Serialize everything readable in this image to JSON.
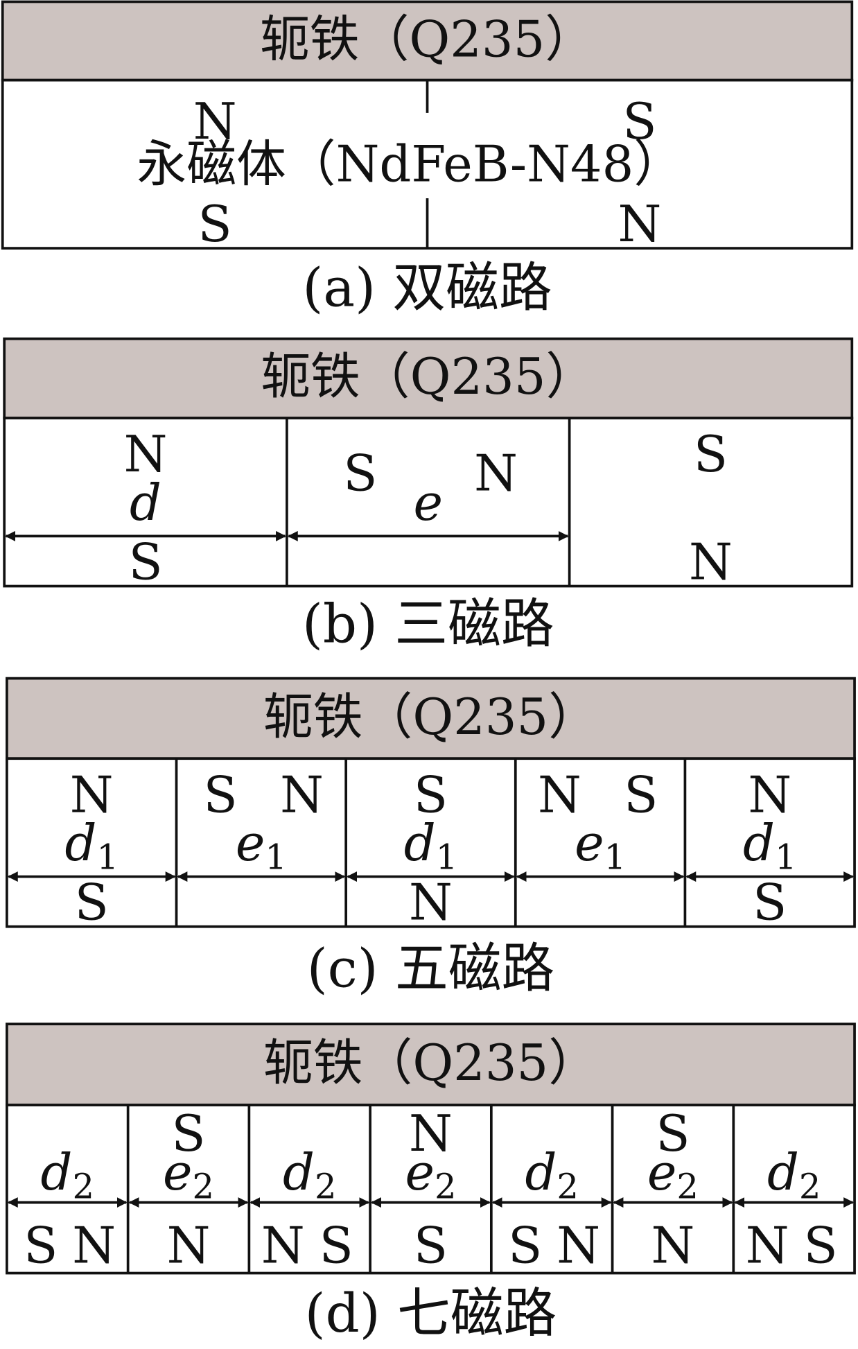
{
  "colors": {
    "yoke_fill": "#cdc3c0",
    "stroke": "#111111",
    "background": "#ffffff"
  },
  "panels": [
    {
      "id": "a",
      "yoke_label": "轭铁（Q235）",
      "magnet_label": "永磁体（NdFeB-N48）",
      "caption": "(a)  双磁路",
      "segments": [
        {
          "top": "N",
          "bottom": "S"
        },
        {
          "top": "S",
          "bottom": "N"
        }
      ]
    },
    {
      "id": "b",
      "yoke_label": "轭铁（Q235）",
      "caption": "(b)  三磁路",
      "segments": [
        {
          "top": "N",
          "bottom": "S",
          "sym": "d",
          "sub": ""
        },
        {
          "left": "S",
          "right": "N",
          "sym": "e",
          "sub": ""
        },
        {
          "top": "S",
          "bottom": "N"
        }
      ]
    },
    {
      "id": "c",
      "yoke_label": "轭铁（Q235）",
      "caption": "(c)  五磁路",
      "segments": [
        {
          "top": "N",
          "bottom": "S",
          "sym": "d",
          "sub": "1"
        },
        {
          "left": "S",
          "right": "N",
          "sym": "e",
          "sub": "1"
        },
        {
          "top": "S",
          "bottom": "N",
          "sym": "d",
          "sub": "1"
        },
        {
          "left": "N",
          "right": "S",
          "sym": "e",
          "sub": "1"
        },
        {
          "top": "N",
          "bottom": "S",
          "sym": "d",
          "sub": "1"
        }
      ]
    },
    {
      "id": "d",
      "yoke_label": "轭铁（Q235）",
      "caption": "(d)  七磁路",
      "segments": [
        {
          "bottom_left": "S",
          "bottom_right": "N",
          "sym": "d",
          "sub": "2"
        },
        {
          "top": "S",
          "bottom": "N",
          "sym": "e",
          "sub": "2"
        },
        {
          "bottom_left": "N",
          "bottom_right": "S",
          "sym": "d",
          "sub": "2"
        },
        {
          "top": "N",
          "bottom": "S",
          "sym": "e",
          "sub": "2"
        },
        {
          "bottom_left": "S",
          "bottom_right": "N",
          "sym": "d",
          "sub": "2"
        },
        {
          "top": "S",
          "bottom": "N",
          "sym": "e",
          "sub": "2"
        },
        {
          "bottom_left": "N",
          "bottom_right": "S",
          "sym": "d",
          "sub": "2"
        }
      ]
    }
  ]
}
